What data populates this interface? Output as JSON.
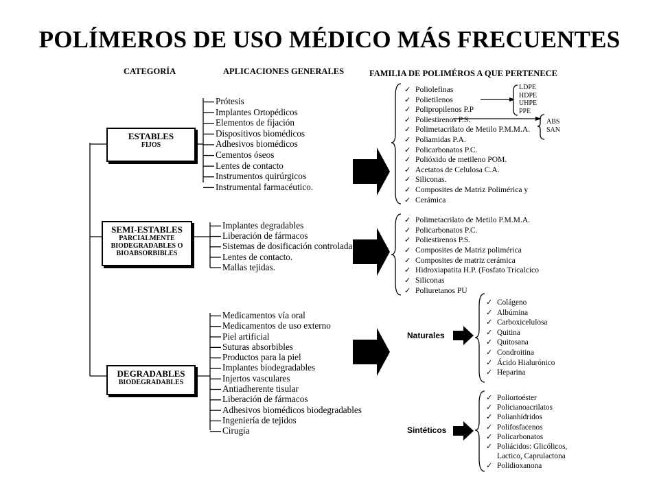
{
  "title": "POLÍMEROS DE USO MÉDICO MÁS FRECUENTES",
  "headers": {
    "categoria": "CATEGORÍA",
    "aplicaciones": "APLICACIONES GENERALES",
    "familia": "FAMILIA DE POLIMÉROS A QUE PERTENECE"
  },
  "categories": [
    {
      "main": "ESTABLES",
      "sub": [
        "FIJOS"
      ],
      "applications": [
        "Prótesis",
        "Implantes Ortopédicos",
        "Elementos de fijación",
        "Dispositivos biomédicos",
        "Adhesivos biomédicos",
        "Cementos óseos",
        "Lentes de contacto",
        "Instrumentos quirúrgicos",
        "Instrumental farmacéutico."
      ],
      "families": [
        "Poliolefinas",
        "Polietilenos",
        "Polipropilenos P.P",
        "Poliestirenos P.S.",
        "Polimetacrilato de Metilo P.M.M.A.",
        "Poliamidas P.A.",
        "Policarbonatos P.C.",
        "Polióxido de metileno POM.",
        "Acetatos de Celulosa C.A.",
        "Siliconas.",
        "Composites de Matriz Polimérica y",
        "Cerámica"
      ],
      "polietilenos_types": [
        "LDPE",
        "HDPE",
        "UHPE",
        "PPE"
      ],
      "poliestirenos_types": [
        "ABS",
        "SAN"
      ]
    },
    {
      "main": "SEMI-ESTABLES",
      "sub": [
        "PARCIALMENTE",
        "BIODEGRADABLES O",
        "BIOABSORBIBLES"
      ],
      "applications": [
        "Implantes degradables",
        "Liberación de fármacos",
        "Sistemas de dosificación controlada",
        "Lentes de contacto.",
        "Mallas tejidas."
      ],
      "families": [
        "Polimetacrilato de Metilo P.M.M.A.",
        "Policarbonatos P.C.",
        "Poliestirenos P.S.",
        "Composites de Matriz polimérica",
        "Composites de matriz cerámica",
        "Hidroxiapatita H.P. (Fosfato Tricalcico",
        "Siliconas",
        "Poliuretanos PU"
      ]
    },
    {
      "main": "DEGRADABLES",
      "sub": [
        "BIODEGRADABLES"
      ],
      "applications": [
        "Medicamentos vía oral",
        "Medicamentos de uso externo",
        "Piel artificial",
        "Suturas absorbibles",
        "Productos para la piel",
        "Implantes biodegradables",
        "Injertos vasculares",
        "Antiadherente tisular",
        "Liberación de fármacos",
        "Adhesivos biomédicos biodegradables",
        "Ingeniería de tejidos",
        "Cirugía"
      ],
      "naturales_label": "Naturales",
      "naturales": [
        "Colágeno",
        "Albúmina",
        "Carboxicelulosa",
        "Quitina",
        "Quitosana",
        "Condroitina",
        "Ácido Hialurónico",
        "Heparina"
      ],
      "sinteticos_label": "Sintéticos",
      "sinteticos": [
        "Poliortoéster",
        "Policianoacrilatos",
        "Polianhídridos",
        "Polifosfacenos",
        "Policarbonatos",
        "Poliácidos: Glicólicos,",
        "Lactico, Caprulactona",
        "Polidioxanona"
      ]
    }
  ],
  "check_glyph": "✓",
  "colors": {
    "ink": "#000000",
    "background": "#ffffff"
  }
}
